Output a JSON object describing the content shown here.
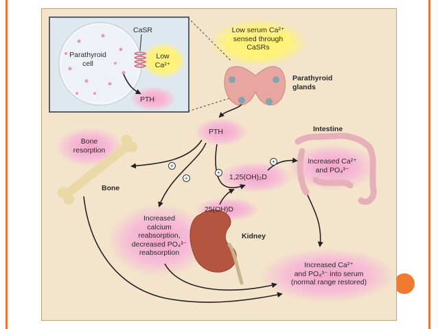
{
  "labels": {
    "casr": "CaSR",
    "parathyroid_cell": [
      "Parathyroid",
      "cell"
    ],
    "low_ca_inset": [
      "Low",
      "Ca²⁺"
    ],
    "pth_inset": "PTH",
    "low_serum": [
      "Low serum Ca²⁺",
      "sensed through",
      "CaSRs"
    ],
    "parathyroid_glands": [
      "Parathyroid",
      "glands"
    ],
    "pth_main": "PTH",
    "bone_resorption": [
      "Bone",
      "resorption"
    ],
    "bone": "Bone",
    "intestine": "Intestine",
    "vitd_active": "1,25(OH)₂D",
    "vitd_25": "25(OH)D",
    "intestine_effect": [
      "Increased Ca²⁺",
      "and PO₄³⁻"
    ],
    "kidney_effect": [
      "Increased",
      "calcium",
      "reabsorption,",
      "decreased PO₄³⁻",
      "reabsorption"
    ],
    "kidney": "Kidney",
    "serum_result": [
      "Increased Ca²⁺",
      "and PO₄³⁻ into serum",
      "(normal range restored)"
    ],
    "plus_sign": "+"
  },
  "colors": {
    "slide_accent": "#e07a3a",
    "figure_bg": "#f3e4cb",
    "highlight_yellow": "#fff27a",
    "highlight_pink": "#f3a6c8",
    "tissue_pink": "#e7a7a0",
    "bone_color": "#ead9a6",
    "kidney_color": "#b4553f",
    "arrow_color": "#222222"
  },
  "icons": [
    "parathyroid-cell-icon",
    "casr-receptor-icon",
    "parathyroid-glands-icon",
    "bone-icon",
    "intestine-icon",
    "kidney-icon",
    "plus-sign-icon"
  ]
}
